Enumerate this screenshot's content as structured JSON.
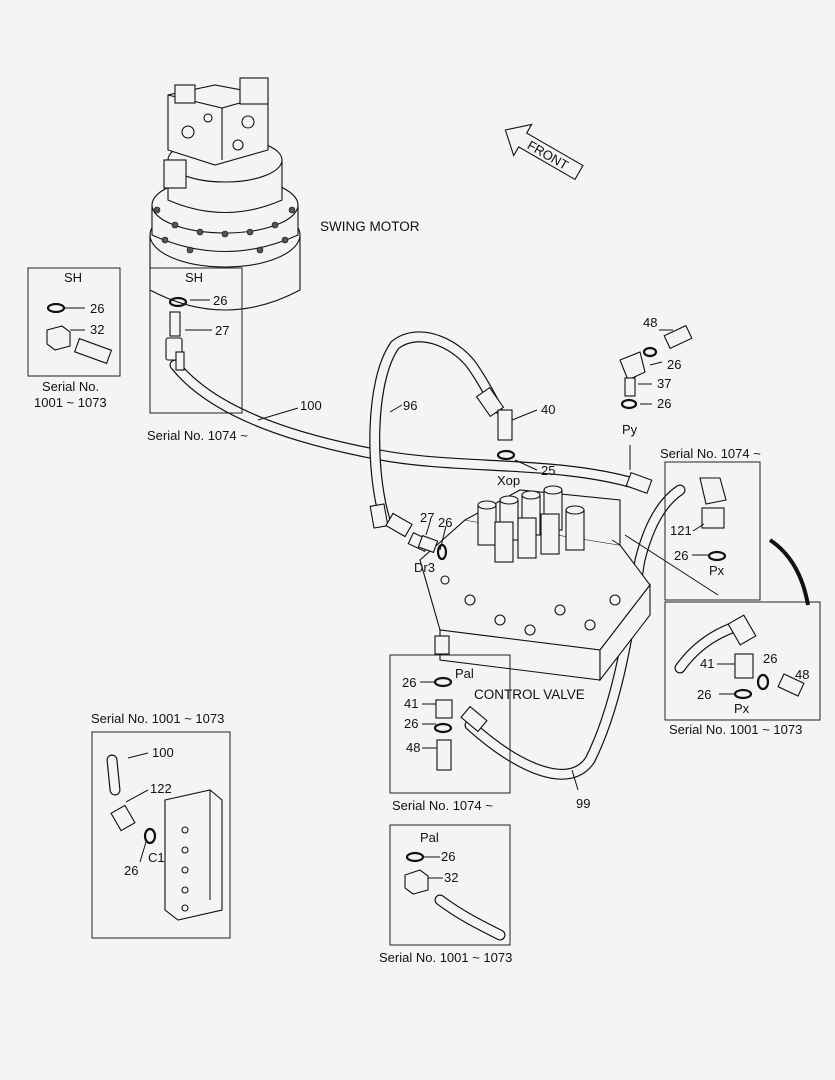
{
  "labels": {
    "swing_motor": "SWING MOTOR",
    "control_valve": "CONTROL VALVE",
    "front": "FRONT",
    "serial_1074": "Serial No. 1074 ~",
    "serial_1001_1073": "Serial No. 1001 ~ 1073",
    "serial_1001_1073_two_line_a": "Serial No.",
    "serial_1001_1073_two_line_b": "1001 ~ 1073"
  },
  "ports": {
    "sh": "SH",
    "xop": "Xop",
    "py": "Py",
    "px": "Px",
    "pal": "Pal",
    "dr3": "Dr3",
    "c1": "C1"
  },
  "part_numbers": {
    "p25": "25",
    "p26": "26",
    "p27": "27",
    "p32": "32",
    "p37": "37",
    "p40": "40",
    "p41": "41",
    "p48": "48",
    "p96": "96",
    "p99": "99",
    "p100": "100",
    "p121": "121",
    "p122": "122"
  }
}
